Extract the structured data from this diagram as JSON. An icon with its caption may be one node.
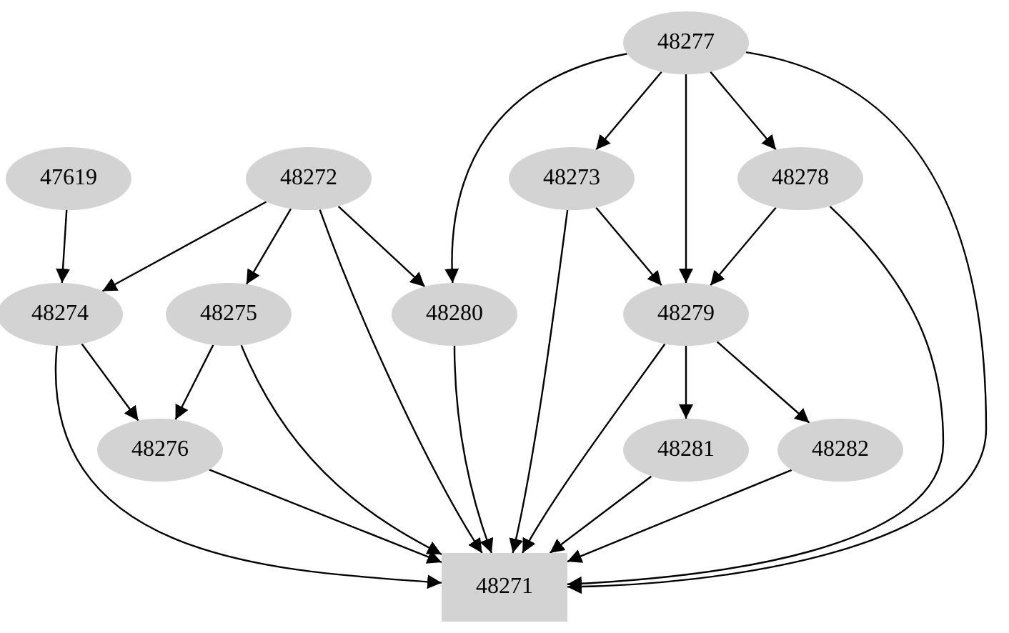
{
  "diagram": {
    "nodes": [
      {
        "text": [
          "48277"
        ]
      },
      {
        "text": [
          "47619"
        ]
      },
      {
        "text": [
          "48272"
        ]
      },
      {
        "text": [
          "48273"
        ]
      },
      {
        "text": [
          "48278"
        ]
      },
      {
        "text": [
          "48274"
        ]
      },
      {
        "text": [
          "48275"
        ]
      },
      {
        "text": [
          "48280"
        ]
      },
      {
        "text": [
          "48279"
        ]
      },
      {
        "text": [
          "48276"
        ]
      },
      {
        "text": [
          "48281"
        ]
      },
      {
        "text": [
          "48282"
        ]
      },
      {
        "text": [
          "48271"
        ]
      }
    ],
    "edges": [
      {
        "from": 0,
        "to": 3,
        "arrow": "to"
      },
      {
        "from": 0,
        "to": 4,
        "arrow": "to"
      },
      {
        "from": 0,
        "to": 8,
        "arrow": "to"
      },
      {
        "from": 0,
        "to": 7,
        "arrow": "to"
      },
      {
        "from": 0,
        "to": 12,
        "arrow": "to"
      },
      {
        "from": 1,
        "to": 5,
        "arrow": "to"
      },
      {
        "from": 2,
        "to": 5,
        "arrow": "to"
      },
      {
        "from": 2,
        "to": 6,
        "arrow": "to"
      },
      {
        "from": 2,
        "to": 7,
        "arrow": "to"
      },
      {
        "from": 2,
        "to": 12,
        "arrow": "to"
      },
      {
        "from": 3,
        "to": 8,
        "arrow": "to"
      },
      {
        "from": 3,
        "to": 12,
        "arrow": "to"
      },
      {
        "from": 4,
        "to": 8,
        "arrow": "to"
      },
      {
        "from": 4,
        "to": 12,
        "arrow": "to"
      },
      {
        "from": 5,
        "to": 9,
        "arrow": "to"
      },
      {
        "from": 5,
        "to": 12,
        "arrow": "to"
      },
      {
        "from": 6,
        "to": 9,
        "arrow": "to"
      },
      {
        "from": 6,
        "to": 12,
        "arrow": "to"
      },
      {
        "from": 7,
        "to": 12,
        "arrow": "to"
      },
      {
        "from": 8,
        "to": 10,
        "arrow": "to"
      },
      {
        "from": 8,
        "to": 11,
        "arrow": "to"
      },
      {
        "from": 8,
        "to": 12,
        "arrow": "to"
      },
      {
        "from": 9,
        "to": 12,
        "arrow": "to"
      },
      {
        "from": 10,
        "to": 12,
        "arrow": "to"
      },
      {
        "from": 11,
        "to": 12,
        "arrow": "to"
      }
    ]
  }
}
